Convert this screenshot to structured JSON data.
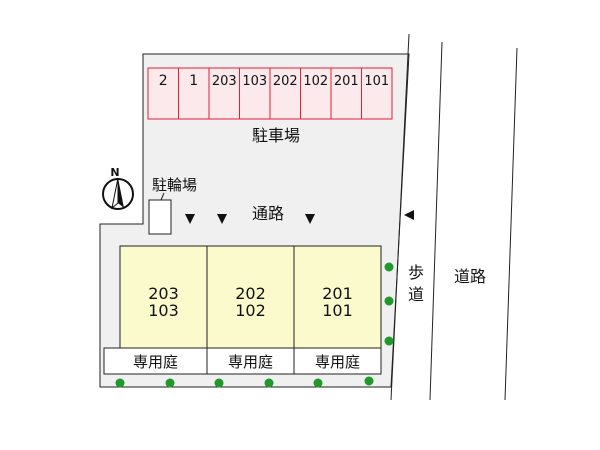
{
  "parking": {
    "label": "駐車場",
    "spaces": [
      "2",
      "1",
      "203",
      "103",
      "202",
      "102",
      "201",
      "101"
    ]
  },
  "bicycle_parking": {
    "label": "駐輪場"
  },
  "passage": {
    "label": "通路"
  },
  "compass": {
    "label": "N"
  },
  "units": [
    {
      "upper": "203",
      "lower": "103",
      "garden": "専用庭"
    },
    {
      "upper": "202",
      "lower": "102",
      "garden": "専用庭"
    },
    {
      "upper": "201",
      "lower": "101",
      "garden": "専用庭"
    }
  ],
  "sidewalk": {
    "char1": "歩",
    "char2": "道"
  },
  "road": {
    "label": "道路"
  },
  "colors": {
    "lot": "#f0f0f0",
    "parking_border": "#e0203a",
    "parking_fill": "#fbe9ec",
    "unit_fill": "#fafacd",
    "tree": "#1f9a2a"
  }
}
